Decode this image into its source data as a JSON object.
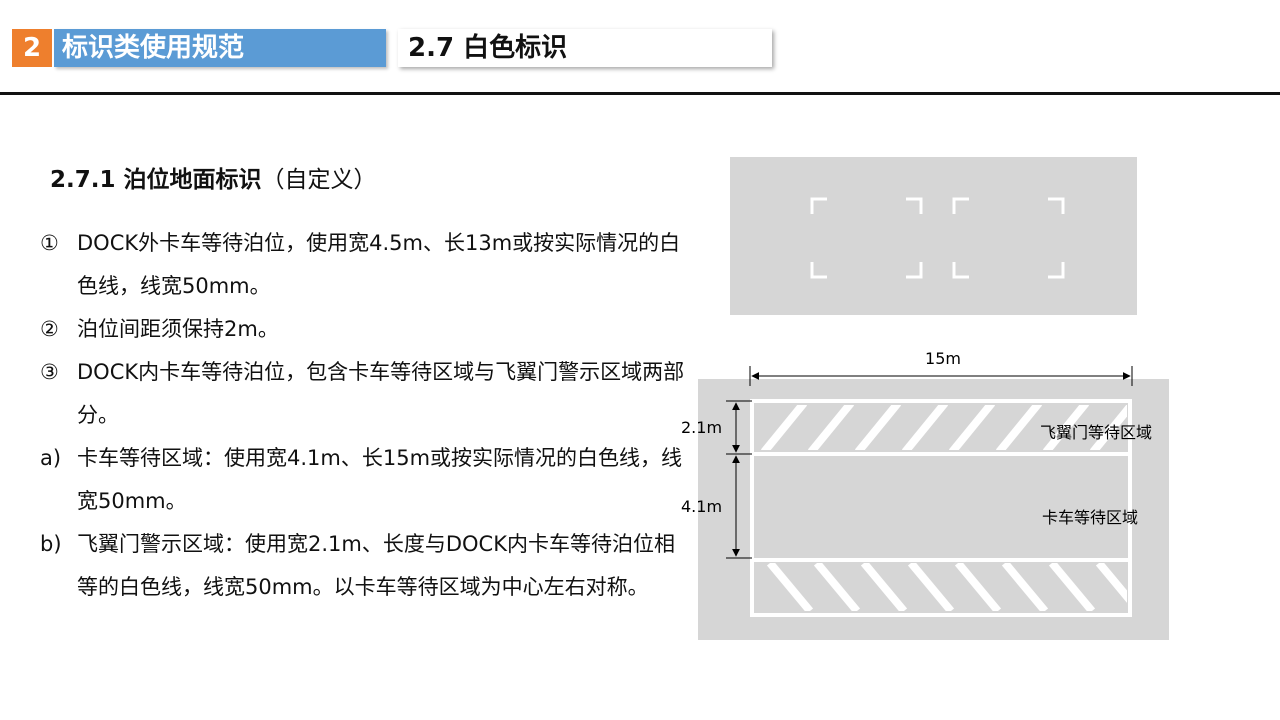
{
  "header": {
    "section_number": "2",
    "section_title": "标识类使用规范",
    "page_title": "2.7 白色标识"
  },
  "subtitle": {
    "bold": "2.7.1 泊位地面标识",
    "normal": "（自定义）"
  },
  "items": [
    {
      "marker": "①",
      "text": "DOCK外卡车等待泊位，使用宽4.5m、长13m或按实际情况的白色线，线宽50mm。"
    },
    {
      "marker": "②",
      "text": "泊位间距须保持2m。"
    },
    {
      "marker": "③",
      "text": "DOCK内卡车等待泊位，包含卡车等待区域与飞翼门警示区域两部分。"
    },
    {
      "marker": "a)",
      "text": "卡车等待区域：使用宽4.1m、长15m或按实际情况的白色线，线宽50mm。"
    },
    {
      "marker": "b)",
      "text": "飞翼门警示区域：使用宽2.1m、长度与DOCK内卡车等待泊位相等的白色线，线宽50mm。以卡车等待区域为中心左右对称。"
    }
  ],
  "diagram": {
    "length_label": "15m",
    "height_top_label": "2.1m",
    "height_mid_label": "4.1m",
    "zone_wing_label": "飞翼门等待区域",
    "zone_truck_label": "卡车等待区域"
  },
  "colors": {
    "accent_orange": "#ee7f2d",
    "accent_blue": "#5b9bd5",
    "ground_gray": "#d6d6d6",
    "marking_white": "#ffffff"
  }
}
